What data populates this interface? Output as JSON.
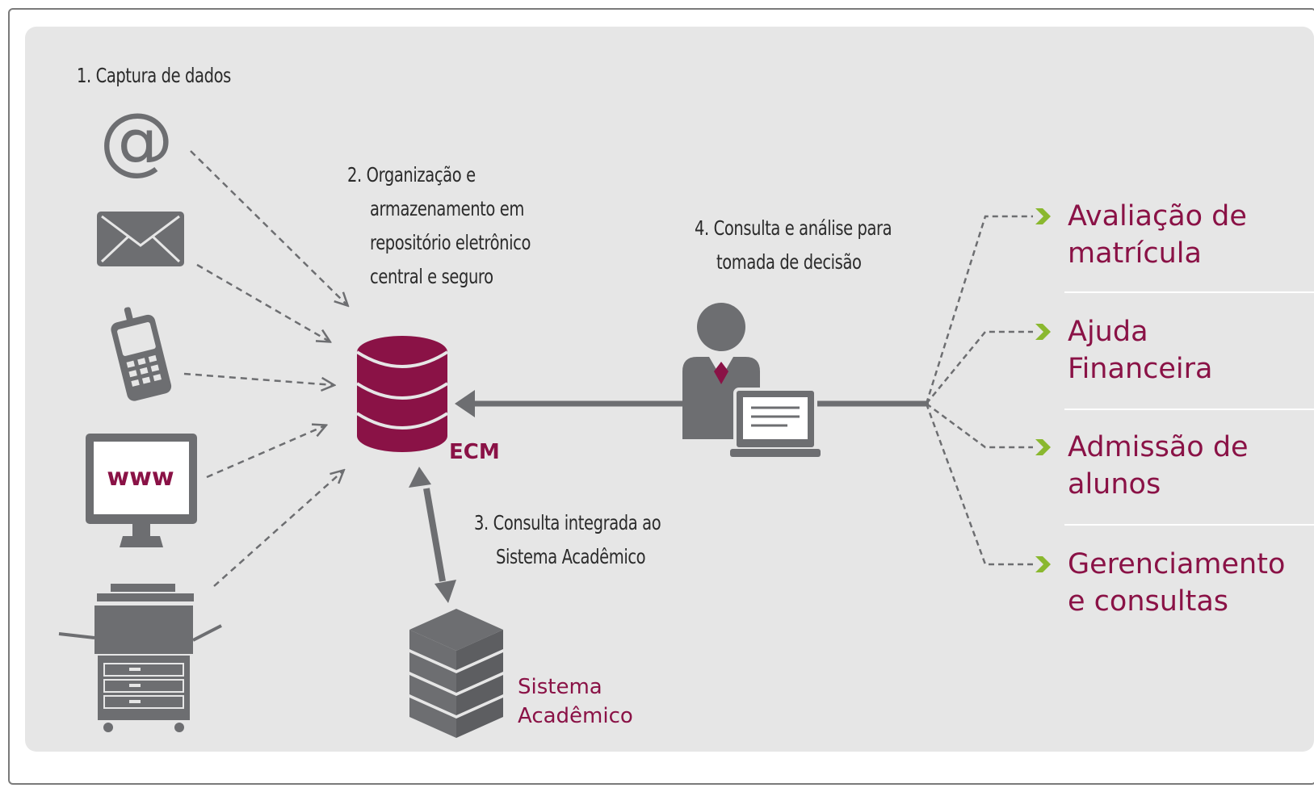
{
  "colors": {
    "accent": "#8a1246",
    "icon_gray": "#6d6e71",
    "arrow_green": "#8ab82f",
    "panel_bg": "#e6e6e6"
  },
  "step1": {
    "label": "1. Captura de dados"
  },
  "step2": {
    "lines": [
      "2. Organização e",
      "armazenamento em",
      "repositório eletrônico",
      "central e seguro"
    ]
  },
  "step3": {
    "lines": [
      "3. Consulta integrada ao",
      "Sistema Acadêmico"
    ]
  },
  "step4": {
    "lines": [
      "4. Consulta e análise para",
      "tomada de decisão"
    ]
  },
  "ecm_label": "ECM",
  "sistema_label": [
    "Sistema",
    "Acadêmico"
  ],
  "www_label": "www",
  "inputs": [
    "at-sign-icon",
    "envelope-icon",
    "mobile-phone-icon",
    "web-monitor-icon",
    "copier-icon"
  ],
  "outcomes": [
    {
      "line1": "Avaliação de",
      "line2": "matrícula"
    },
    {
      "line1": "Ajuda",
      "line2": "Financeira"
    },
    {
      "line1": "Admissão de",
      "line2": "alunos"
    },
    {
      "line1": "Gerenciamento",
      "line2": "e consultas"
    }
  ]
}
